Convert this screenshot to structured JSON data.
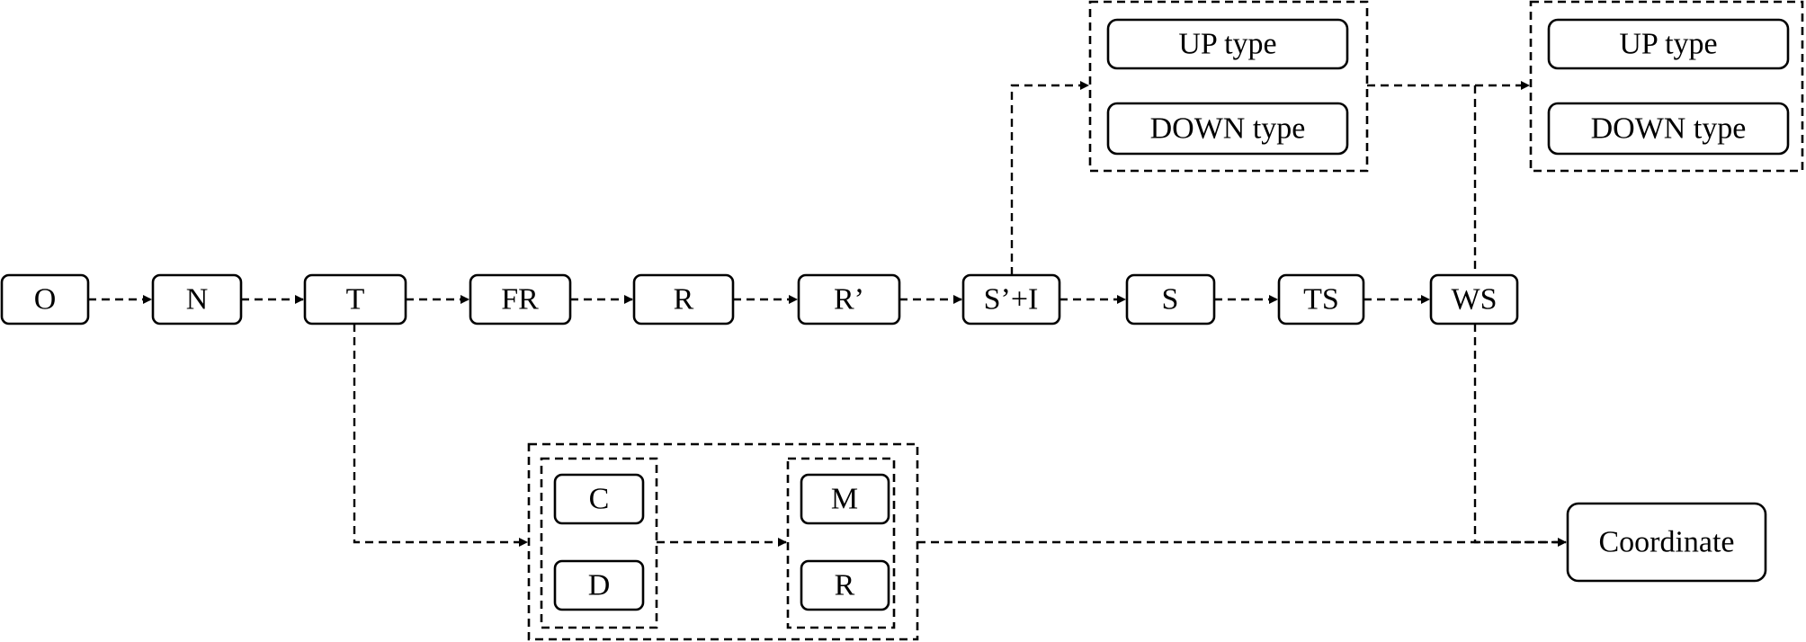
{
  "nodes": {
    "o": "O",
    "n": "N",
    "t": "T",
    "fr": "FR",
    "r_main": "R",
    "r_prime": "R’",
    "s_prime_i": "S’+I",
    "s": "S",
    "ts": "TS",
    "ws": "WS",
    "up_type_1": "UP type",
    "down_type_1": "DOWN type",
    "up_type_2": "UP type",
    "down_type_2": "DOWN type",
    "c": "C",
    "d": "D",
    "m": "M",
    "r_sub": "R",
    "coordinate": "Coordinate"
  }
}
